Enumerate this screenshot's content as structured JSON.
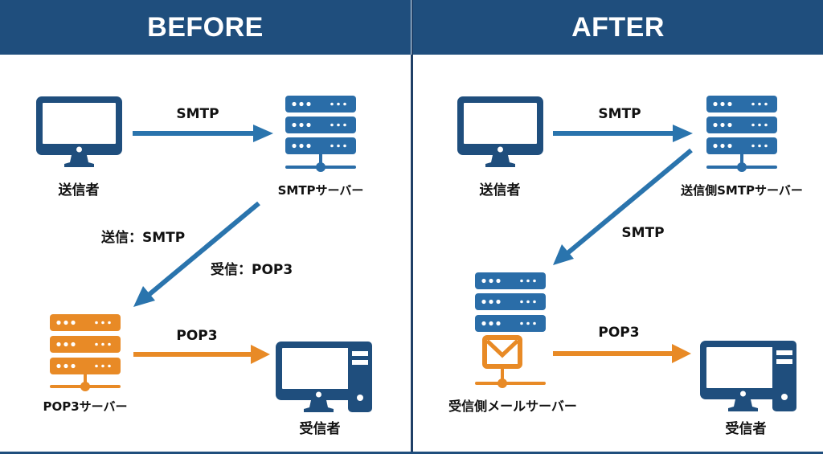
{
  "title": "Mail protocol comparison",
  "colors": {
    "header_bg": "#1f4e7d",
    "device_blue": "#1f4e7d",
    "server_blue": "#2a6da8",
    "arrow_blue": "#2a74ad",
    "orange": "#e88a26"
  },
  "panels": {
    "before": {
      "heading": "BEFORE",
      "sender_label": "送信者",
      "smtp_server_label": "SMTPサーバー",
      "pop3_server_label": "POP3サーバー",
      "receiver_label": "受信者",
      "arrow_sender_to_smtp": "SMTP",
      "diagonal_note_send": "送信：SMTP",
      "diagonal_note_receive": "受信：POP3",
      "arrow_pop3_to_receiver": "POP3"
    },
    "after": {
      "heading": "AFTER",
      "sender_label": "送信者",
      "sending_server_label": "送信側SMTPサーバー",
      "receiving_server_label": "受信側メールサーバー",
      "receiver_label": "受信者",
      "arrow_sender_to_smtp": "SMTP",
      "arrow_smtp_to_receiving": "SMTP",
      "arrow_receiving_to_receiver": "POP3"
    }
  }
}
